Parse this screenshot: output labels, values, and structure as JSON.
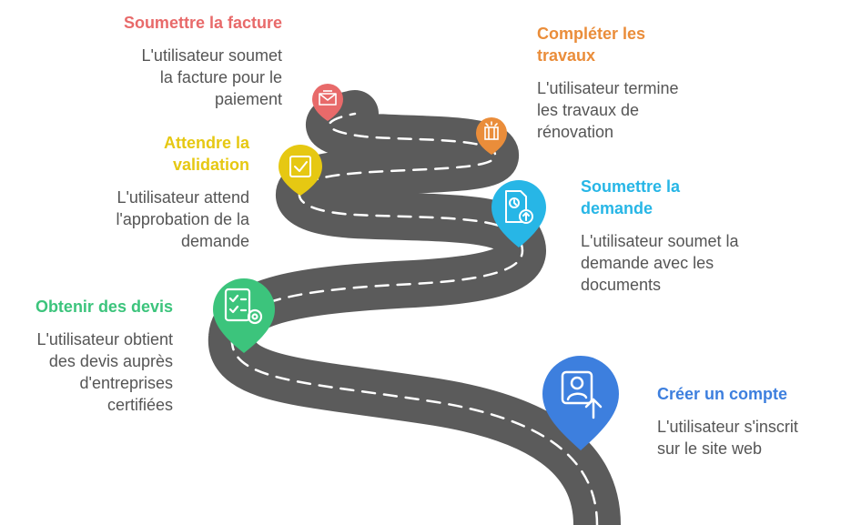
{
  "steps": [
    {
      "title": "Créer un compte",
      "desc": "L'utilisateur s'inscrit sur le site web",
      "color": "#3d7fde",
      "icon": "user-upload-icon"
    },
    {
      "title": "Obtenir des devis",
      "desc": "L'utilisateur obtient des devis auprès d'entreprises certifiées",
      "color": "#3cc47c",
      "icon": "checklist-gear-icon"
    },
    {
      "title": "Soumettre la demande",
      "desc": "L'utilisateur soumet la demande avec les documents",
      "color": "#27b6e6",
      "icon": "document-upload-icon"
    },
    {
      "title": "Attendre la validation",
      "desc": "L'utilisateur attend l'approbation de la demande",
      "color": "#e6c812",
      "icon": "checkbox-icon"
    },
    {
      "title": "Compléter les travaux",
      "desc": "L'utilisateur termine les travaux de rénovation",
      "color": "#ea8d3a",
      "icon": "construction-icon"
    },
    {
      "title": "Soumettre la facture",
      "desc": "L'utilisateur soumet la facture pour le paiement",
      "color": "#e86a6a",
      "icon": "invoice-icon"
    }
  ],
  "road": {
    "color": "#5b5b5b",
    "dash_color": "#ffffff"
  },
  "text_color": "#555555"
}
